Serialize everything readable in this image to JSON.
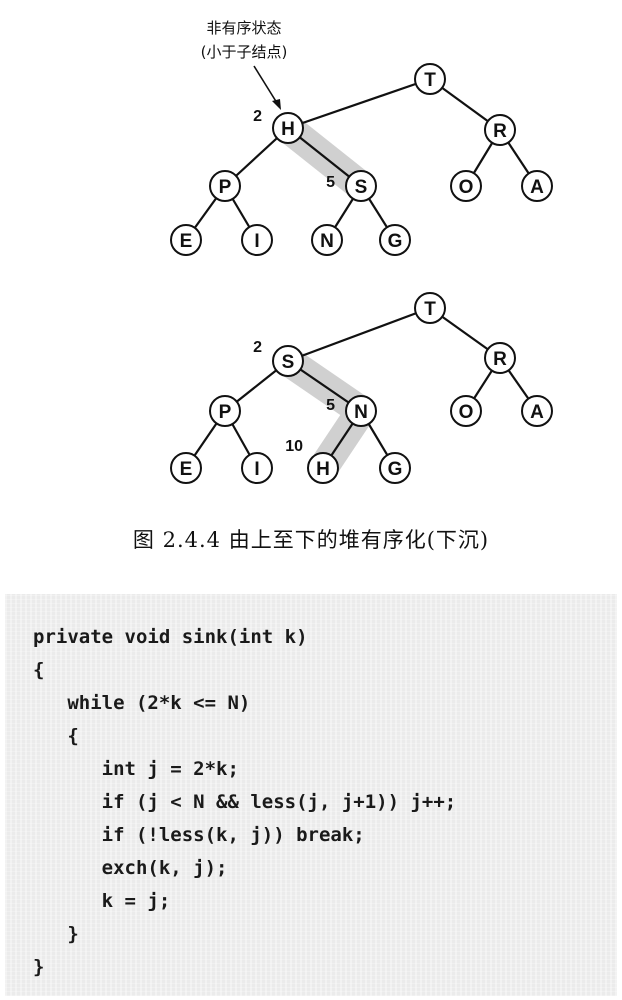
{
  "annotation": {
    "line1": "非有序状态",
    "line2": "(小于子结点)"
  },
  "tree1": {
    "nodes": {
      "t": "T",
      "h": "H",
      "r": "R",
      "p": "P",
      "s": "S",
      "o": "O",
      "a": "A",
      "e": "E",
      "i": "I",
      "n": "N",
      "g": "G"
    },
    "index_labels": {
      "h": "2",
      "s": "5"
    }
  },
  "tree2": {
    "nodes": {
      "t": "T",
      "s": "S",
      "r": "R",
      "p": "P",
      "n": "N",
      "o": "O",
      "a": "A",
      "e": "E",
      "i": "I",
      "h": "H",
      "g": "G"
    },
    "index_labels": {
      "s": "2",
      "n": "5",
      "h": "10"
    }
  },
  "caption": "图 2.4.4   由上至下的堆有序化(下沉)",
  "code": {
    "lines": [
      "private void sink(int k)",
      "{",
      "   while (2*k <= N)",
      "   {",
      "      int j = 2*k;",
      "      if (j < N && less(j, j+1)) j++;",
      "      if (!less(k, j)) break;",
      "      exch(k, j);",
      "      k = j;",
      "   }",
      "}"
    ]
  },
  "colors": {
    "highlight": "#c8c8c8",
    "code_background": "#ebebeb",
    "ink": "#111111"
  }
}
